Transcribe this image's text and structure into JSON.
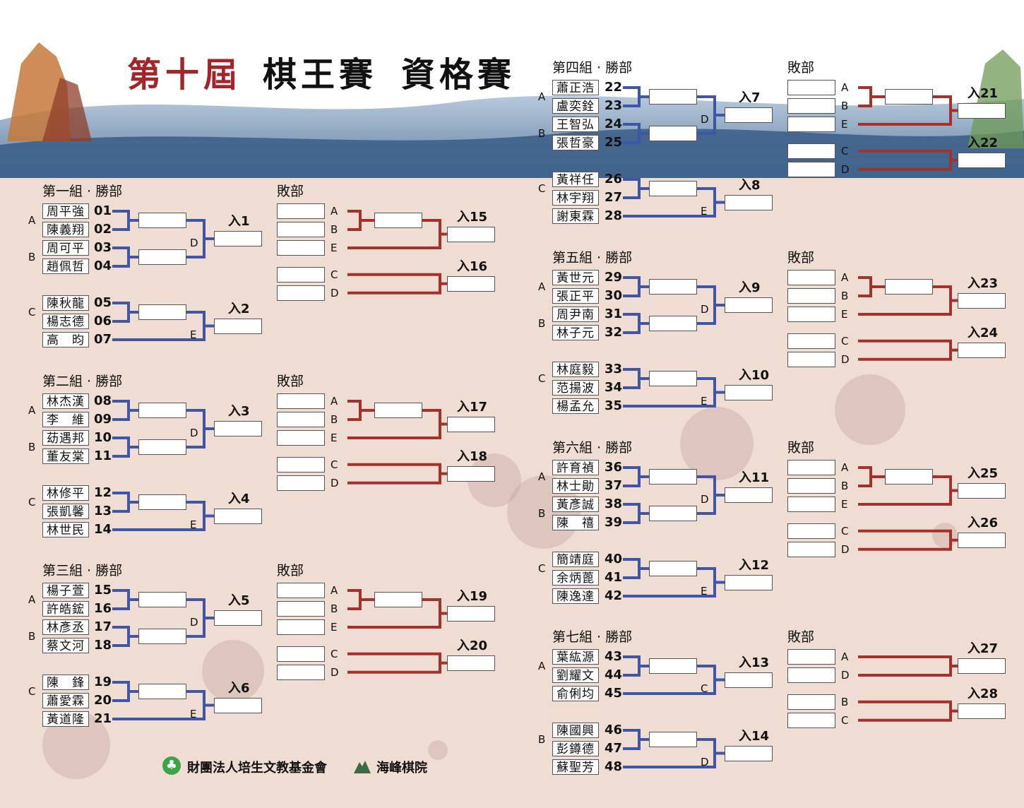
{
  "title": {
    "part1": "第十屆",
    "part2": "棋王賽",
    "part3": "資格賽"
  },
  "labels": {
    "loser": "敗部"
  },
  "groups": [
    {
      "title": "第一組 · 勝部",
      "clusters": [
        {
          "label": "A",
          "players": [
            {
              "name": "周平強",
              "num": "01"
            },
            {
              "name": "陳義翔",
              "num": "02"
            }
          ]
        },
        {
          "label": "B",
          "players": [
            {
              "name": "周可平",
              "num": "03"
            },
            {
              "name": "趙佩哲",
              "num": "04"
            }
          ]
        },
        {
          "label": "C",
          "players": [
            {
              "name": "陳秋龍",
              "num": "05"
            },
            {
              "name": "楊志德",
              "num": "06"
            },
            {
              "name": "高　昀",
              "num": "07"
            }
          ]
        }
      ],
      "semi_label": "D",
      "final_label": "E",
      "winners": [
        "入1",
        "入2"
      ],
      "loser_slots": [
        "A",
        "B",
        "E",
        "C",
        "D"
      ],
      "loser_winners": [
        "入15",
        "入16"
      ]
    },
    {
      "title": "第二組 · 勝部",
      "clusters": [
        {
          "label": "A",
          "players": [
            {
              "name": "林杰漢",
              "num": "08"
            },
            {
              "name": "李　維",
              "num": "09"
            }
          ]
        },
        {
          "label": "B",
          "players": [
            {
              "name": "苭遇邦",
              "num": "10"
            },
            {
              "name": "董友棠",
              "num": "11"
            }
          ]
        },
        {
          "label": "C",
          "players": [
            {
              "name": "林修平",
              "num": "12"
            },
            {
              "name": "張凱馨",
              "num": "13"
            },
            {
              "name": "林世民",
              "num": "14"
            }
          ]
        }
      ],
      "semi_label": "D",
      "final_label": "E",
      "winners": [
        "入3",
        "入4"
      ],
      "loser_slots": [
        "A",
        "B",
        "E",
        "C",
        "D"
      ],
      "loser_winners": [
        "入17",
        "入18"
      ]
    },
    {
      "title": "第三組 · 勝部",
      "clusters": [
        {
          "label": "A",
          "players": [
            {
              "name": "楊子萱",
              "num": "15"
            },
            {
              "name": "許皓鋐",
              "num": "16"
            }
          ]
        },
        {
          "label": "B",
          "players": [
            {
              "name": "林彥丞",
              "num": "17"
            },
            {
              "name": "蔡文河",
              "num": "18"
            }
          ]
        },
        {
          "label": "C",
          "players": [
            {
              "name": "陳　鋒",
              "num": "19"
            },
            {
              "name": "蕭愛霖",
              "num": "20"
            },
            {
              "name": "黃道隆",
              "num": "21"
            }
          ]
        }
      ],
      "semi_label": "D",
      "final_label": "E",
      "winners": [
        "入5",
        "入6"
      ],
      "loser_slots": [
        "A",
        "B",
        "E",
        "C",
        "D"
      ],
      "loser_winners": [
        "入19",
        "入20"
      ]
    },
    {
      "title": "第四組 · 勝部",
      "clusters": [
        {
          "label": "A",
          "players": [
            {
              "name": "蕭正浩",
              "num": "22"
            },
            {
              "name": "盧奕銓",
              "num": "23"
            }
          ]
        },
        {
          "label": "B",
          "players": [
            {
              "name": "王智弘",
              "num": "24"
            },
            {
              "name": "張哲豪",
              "num": "25"
            }
          ]
        },
        {
          "label": "C",
          "players": [
            {
              "name": "黃祥任",
              "num": "26"
            },
            {
              "name": "林宇翔",
              "num": "27"
            },
            {
              "name": "謝東霖",
              "num": "28"
            }
          ]
        }
      ],
      "semi_label": "D",
      "final_label": "E",
      "winners": [
        "入7",
        "入8"
      ],
      "loser_slots": [
        "A",
        "B",
        "E",
        "C",
        "D"
      ],
      "loser_winners": [
        "入21",
        "入22"
      ]
    },
    {
      "title": "第五組 · 勝部",
      "clusters": [
        {
          "label": "A",
          "players": [
            {
              "name": "黃世元",
              "num": "29"
            },
            {
              "name": "張正平",
              "num": "30"
            }
          ]
        },
        {
          "label": "B",
          "players": [
            {
              "name": "周尹南",
              "num": "31"
            },
            {
              "name": "林子元",
              "num": "32"
            }
          ]
        },
        {
          "label": "C",
          "players": [
            {
              "name": "林庭毅",
              "num": "33"
            },
            {
              "name": "范揚波",
              "num": "34"
            },
            {
              "name": "楊孟允",
              "num": "35"
            }
          ]
        }
      ],
      "semi_label": "D",
      "final_label": "E",
      "winners": [
        "入9",
        "入10"
      ],
      "loser_slots": [
        "A",
        "B",
        "E",
        "C",
        "D"
      ],
      "loser_winners": [
        "入23",
        "入24"
      ]
    },
    {
      "title": "第六組 · 勝部",
      "clusters": [
        {
          "label": "A",
          "players": [
            {
              "name": "許育禎",
              "num": "36"
            },
            {
              "name": "林士勛",
              "num": "37"
            }
          ]
        },
        {
          "label": "B",
          "players": [
            {
              "name": "黃彥誠",
              "num": "38"
            },
            {
              "name": "陳　禧",
              "num": "39"
            }
          ]
        },
        {
          "label": "C",
          "players": [
            {
              "name": "簡靖庭",
              "num": "40"
            },
            {
              "name": "余炳蓖",
              "num": "41"
            },
            {
              "name": "陳逸達",
              "num": "42"
            }
          ]
        }
      ],
      "semi_label": "D",
      "final_label": "E",
      "winners": [
        "入11",
        "入12"
      ],
      "loser_slots": [
        "A",
        "B",
        "E",
        "C",
        "D"
      ],
      "loser_winners": [
        "入25",
        "入26"
      ]
    },
    {
      "title": "第七組 · 勝部",
      "clusters": [
        {
          "label": "A",
          "players": [
            {
              "name": "葉紘源",
              "num": "43"
            },
            {
              "name": "劉耀文",
              "num": "44"
            },
            {
              "name": "俞俐均",
              "num": "45"
            }
          ]
        },
        {
          "label": "B",
          "players": [
            {
              "name": "陳國興",
              "num": "46"
            },
            {
              "name": "彭鐏德",
              "num": "47"
            },
            {
              "name": "蘇聖芳",
              "num": "48"
            }
          ]
        }
      ],
      "labels3": [
        "C",
        "D"
      ],
      "winners": [
        "入13",
        "入14"
      ],
      "loser_slots": [
        "A",
        "D",
        "B",
        "C"
      ],
      "loser_winners": [
        "入27",
        "入28"
      ]
    }
  ],
  "footer": {
    "foundation": "財團法人培生文教基金會",
    "club": "海峰棋院"
  },
  "colors": {
    "blue": "#3f56a6",
    "red": "#a4312b",
    "bg": "#efdcd2",
    "title_red": "#a3252a",
    "wave": "#5a7fa8"
  }
}
